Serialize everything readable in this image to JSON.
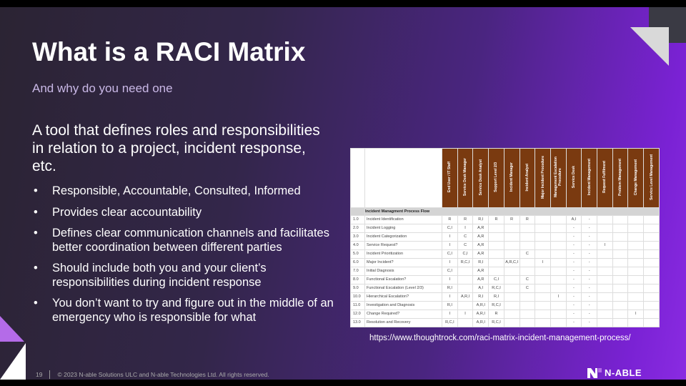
{
  "title": "What is a RACI Matrix",
  "subtitle": "And why do you need one",
  "intro": "A tool that defines roles and responsibilities in relation to a project, incident response, etc.",
  "bullets": [
    "Responsible, Accountable, Consulted, Informed",
    "Provides clear accountability",
    "Defines clear communication channels and facilitates better coordination between different parties",
    "Should include both you and your client’s responsibilities during incident response",
    "You don’t want to try and figure out in the middle of an emergency who is responsible for what"
  ],
  "table": {
    "roles": [
      "End User / IT Staff",
      "Service Desk Manager",
      "Service Desk Analyst",
      "Support Level 2/3",
      "Incident Manager",
      "Incident Analyst",
      "Major Incident Procedure",
      "Management Escalation Procedure",
      "Service Desk",
      "Incident Management",
      "Request Fulfilment",
      "Problem Management",
      "Change Management",
      "Service Level Management"
    ],
    "section": "Incident Managment Process Flow",
    "rows": [
      {
        "num": "1.0",
        "name": "Incident Identification",
        "cells": [
          "R",
          "R",
          "R,I",
          "R",
          "R",
          "R",
          "",
          "",
          "A,I",
          "-",
          "",
          "",
          "",
          ""
        ]
      },
      {
        "num": "2.0",
        "name": "Incident Logging",
        "cells": [
          "C,I",
          "I",
          "A,R",
          "",
          "",
          "",
          "",
          "",
          "-",
          "-",
          "",
          "",
          "",
          ""
        ]
      },
      {
        "num": "3.0",
        "name": "Incident Categorization",
        "cells": [
          "I",
          "C",
          "A,R",
          "",
          "",
          "",
          "",
          "",
          "-",
          "-",
          "",
          "",
          "",
          ""
        ]
      },
      {
        "num": "4.0",
        "name": "Service Request?",
        "cells": [
          "I",
          "C",
          "A,R",
          "",
          "",
          "",
          "",
          "",
          "-",
          "-",
          "I",
          "",
          "",
          ""
        ]
      },
      {
        "num": "5.0",
        "name": "Incident Prioritization",
        "cells": [
          "C,I",
          "C,I",
          "A,R",
          "",
          "",
          "C",
          "",
          "",
          "-",
          "-",
          "",
          "",
          "",
          ""
        ]
      },
      {
        "num": "6.0",
        "name": "Major Incident?",
        "cells": [
          "I",
          "R,C,I",
          "R,I",
          "",
          "A,R,C,I",
          "",
          "I",
          "",
          "-",
          "-",
          "",
          "",
          "",
          ""
        ]
      },
      {
        "num": "7.0",
        "name": "Initial Diagnosis",
        "cells": [
          "C,I",
          "",
          "A,R",
          "",
          "",
          "",
          "",
          "",
          "-",
          "-",
          "",
          "",
          "",
          ""
        ]
      },
      {
        "num": "8.0",
        "name": "Functional Escalation?",
        "cells": [
          "I",
          "",
          "A,R",
          "C,I",
          "",
          "C",
          "",
          "",
          "-",
          "-",
          "",
          "",
          "",
          ""
        ]
      },
      {
        "num": "9.0",
        "name": "Functional Escalation (Level 2/3)",
        "cells": [
          "R,I",
          "",
          "A,I",
          "R,C,I",
          "",
          "C",
          "",
          "",
          "-",
          "-",
          "",
          "",
          "",
          ""
        ]
      },
      {
        "num": "10.0",
        "name": "Hierarchical Escalation?",
        "cells": [
          "I",
          "A,R,I",
          "R,I",
          "R,I",
          "",
          "",
          "",
          "I",
          "-",
          "-",
          "",
          "",
          "",
          ""
        ]
      },
      {
        "num": "11.0",
        "name": "Investigation and Diagnosis",
        "cells": [
          "R,I",
          "",
          "A,R,I",
          "R,C,I",
          "",
          "",
          "",
          "",
          "-",
          "-",
          "",
          "",
          "",
          ""
        ]
      },
      {
        "num": "12.0",
        "name": "Change Required?",
        "cells": [
          "I",
          "I",
          "A,R,I",
          "R",
          "",
          "",
          "",
          "",
          "-",
          "-",
          "",
          "",
          "I",
          ""
        ]
      },
      {
        "num": "13.0",
        "name": "Resolution and Recovery",
        "cells": [
          "R,C,I",
          "",
          "A,R,I",
          "R,C,I",
          "",
          "",
          "",
          "",
          "-",
          "-",
          "",
          "",
          "",
          ""
        ]
      }
    ]
  },
  "source_url": "https://www.thoughtrock.com/raci-matrix-incident-management-process/",
  "footer": {
    "page": "19",
    "copyright": "© 2023 N-able Solutions ULC and N-able Technologies Ltd. All rights reserved."
  },
  "logo": "N-ABLE",
  "colors": {
    "header_brown": "#7a3a10",
    "accent": "#8a2be2"
  }
}
